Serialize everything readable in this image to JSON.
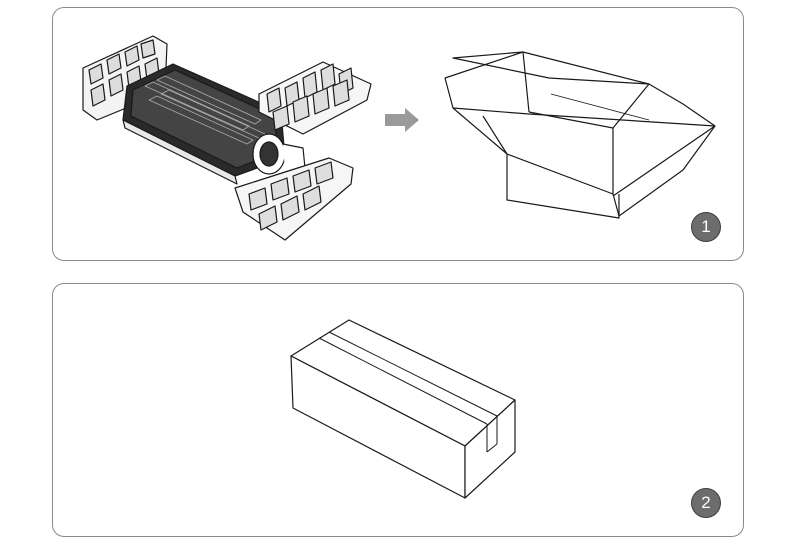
{
  "steps": [
    {
      "number": "1",
      "icons": [
        "packaged-device-with-foam-inserts",
        "arrow-right-icon",
        "open-cardboard-box"
      ]
    },
    {
      "number": "2",
      "icons": [
        "closed-taped-cardboard-box"
      ]
    }
  ],
  "colors": {
    "line": "#1a1a1a",
    "badge_fill": "#6d6d6d",
    "arrow": "#9a9a9a",
    "panel_border": "#8a8a8a"
  }
}
